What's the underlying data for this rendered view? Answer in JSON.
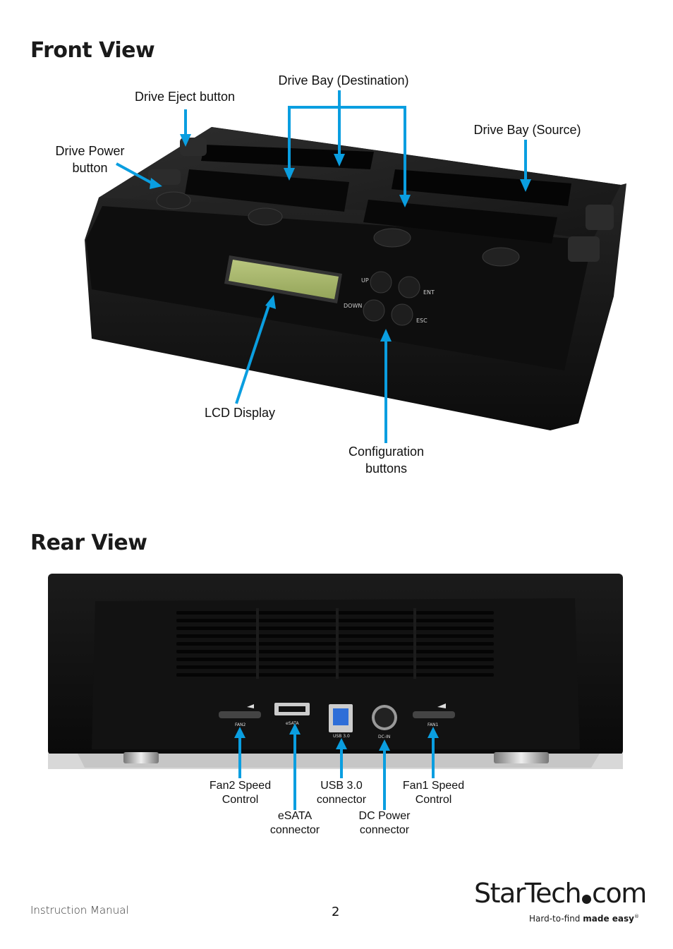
{
  "front": {
    "heading": "Front View",
    "labels": {
      "eject": "Drive Eject button",
      "destination": "Drive Bay (Destination)",
      "source": "Drive Bay (Source)",
      "power": "Drive Power\nbutton",
      "lcd": "LCD Display",
      "config": "Configuration\nbuttons"
    },
    "keypad": {
      "up": "UP",
      "ent": "ENT",
      "down": "DOWN",
      "esc": "ESC"
    }
  },
  "rear": {
    "heading": "Rear View",
    "labels": {
      "fan2": "Fan2 Speed\nControl",
      "esata": "eSATA\nconnector",
      "usb": "USB 3.0\nconnector",
      "dc": "DC Power\nconnector",
      "fan1": "Fan1 Speed\nControl"
    },
    "port_labels": {
      "fan2": "FAN2",
      "esata": "eSATA",
      "usb": "USB 3.0",
      "dc": "DC-IN",
      "fan1": "FAN1"
    }
  },
  "footer": {
    "manual": "Instruction Manual",
    "page": "2",
    "logo_main": "StarTech",
    "logo_suffix": "com",
    "tagline_light": "Hard-to-find ",
    "tagline_bold": "made easy",
    "tagline_mark": "®"
  },
  "colors": {
    "arrow": "#0a9ee0",
    "device": "#141414"
  }
}
